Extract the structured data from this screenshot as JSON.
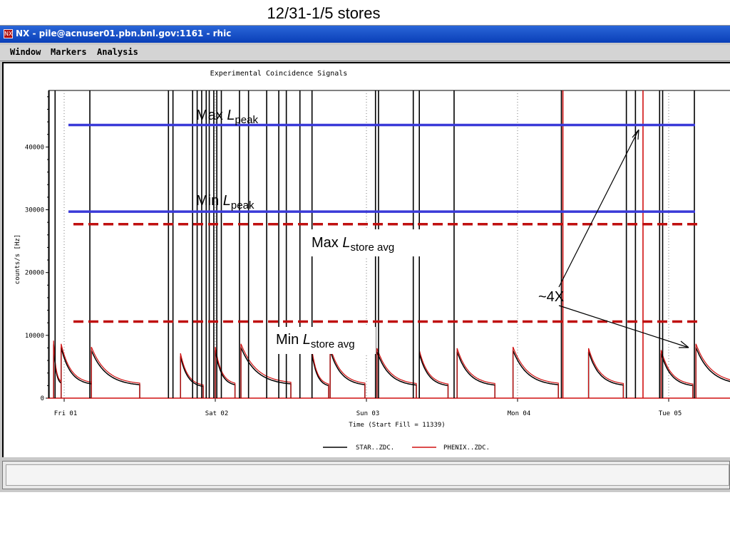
{
  "slide": {
    "title": "12/31-1/5 stores"
  },
  "window": {
    "title": "NX - pile@acnuser01.pbn.bnl.gov:1161 - rhic",
    "icon": "nx-app-icon",
    "menu": [
      "Window",
      "Markers",
      "Analysis"
    ]
  },
  "plot": {
    "title": "Experimental Coincidence Signals",
    "ylabel": "counts/s [Hz]",
    "xlabel": "Time (Start Fill = 11339)",
    "yticks": [
      "0",
      "10000",
      "20000",
      "30000",
      "40000"
    ],
    "xticks": [
      "Fri 01",
      "Sat 02",
      "Sun 03",
      "Mon 04",
      "Tue 05"
    ],
    "legend": [
      {
        "label": "STAR..ZDC.",
        "color": "#000000"
      },
      {
        "label": "PHENIX..ZDC.",
        "color": "#d01010"
      }
    ]
  },
  "annotations": {
    "max_peak": {
      "prefix": "Max ",
      "L": "L",
      "sub": "peak"
    },
    "min_peak": {
      "prefix": "Min ",
      "L": "L",
      "sub": "peak"
    },
    "max_store": {
      "prefix": "Max ",
      "L": "L",
      "sub": "store avg"
    },
    "min_store": {
      "prefix": "Min ",
      "L": "L",
      "sub": "store avg"
    },
    "ratio": "~4X"
  },
  "colors": {
    "peak_line": "#3a3ad8",
    "store_line": "#c01010",
    "star": "#000000",
    "phenix": "#d01010"
  },
  "chart_data": {
    "type": "line",
    "title": "Experimental Coincidence Signals",
    "xlabel": "Time (Start Fill = 11339)",
    "ylabel": "counts/s [Hz]",
    "ylim": [
      0,
      49000
    ],
    "xlim": [
      -0.1,
      4.45
    ],
    "x_unit": "days since Fri 01",
    "x_tick_labels": [
      "Fri 01",
      "Sat 02",
      "Sun 03",
      "Mon 04",
      "Tue 05"
    ],
    "x_tick_values": [
      0,
      1,
      2,
      3,
      4
    ],
    "grid": "vertical dotted at day boundaries",
    "legend": "bottom-center",
    "series": [
      {
        "name": "STAR..ZDC.",
        "color": "#000000",
        "stores": [
          {
            "start": -0.07,
            "end": -0.02,
            "peak": 9000
          },
          {
            "start": -0.02,
            "end": 0.18,
            "peak": 8500
          },
          {
            "start": 0.18,
            "end": 0.5,
            "peak": 8000
          },
          {
            "start": 0.77,
            "end": 0.92,
            "peak": 7000
          },
          {
            "start": 1.0,
            "end": 1.13,
            "peak": 8000
          },
          {
            "start": 1.17,
            "end": 1.5,
            "peak": 8500
          },
          {
            "start": 1.64,
            "end": 1.75,
            "peak": 7500
          },
          {
            "start": 1.76,
            "end": 1.99,
            "peak": 8000
          },
          {
            "start": 2.07,
            "end": 2.33,
            "peak": 7800
          },
          {
            "start": 2.35,
            "end": 2.54,
            "peak": 7500
          },
          {
            "start": 2.6,
            "end": 2.85,
            "peak": 7800
          },
          {
            "start": 2.97,
            "end": 3.27,
            "peak": 8000
          },
          {
            "start": 3.47,
            "end": 3.7,
            "peak": 7800
          },
          {
            "start": 3.95,
            "end": 4.16,
            "peak": 7500
          },
          {
            "start": 4.18,
            "end": 4.5,
            "peak": 8500
          }
        ]
      },
      {
        "name": "PHENIX..ZDC.",
        "color": "#d01010",
        "stores": [
          {
            "start": -0.07,
            "end": -0.02,
            "peak": 9000
          },
          {
            "start": -0.02,
            "end": 0.18,
            "peak": 8500
          },
          {
            "start": 0.18,
            "end": 0.5,
            "peak": 8000
          },
          {
            "start": 0.77,
            "end": 0.92,
            "peak": 7000
          },
          {
            "start": 1.0,
            "end": 1.13,
            "peak": 8000
          },
          {
            "start": 1.17,
            "end": 1.5,
            "peak": 8500
          },
          {
            "start": 1.64,
            "end": 1.75,
            "peak": 7500
          },
          {
            "start": 1.76,
            "end": 1.99,
            "peak": 8000
          },
          {
            "start": 2.07,
            "end": 2.33,
            "peak": 7800
          },
          {
            "start": 2.35,
            "end": 2.54,
            "peak": 7500
          },
          {
            "start": 2.6,
            "end": 2.85,
            "peak": 7800
          },
          {
            "start": 2.97,
            "end": 3.27,
            "peak": 8000
          },
          {
            "start": 3.47,
            "end": 3.7,
            "peak": 7800
          },
          {
            "start": 3.95,
            "end": 4.16,
            "peak": 7500
          },
          {
            "start": 4.18,
            "end": 4.5,
            "peak": 8500
          }
        ]
      }
    ],
    "spikes_star": [
      -0.1,
      -0.06,
      0.17,
      0.69,
      0.72,
      0.85,
      0.88,
      0.91,
      0.94,
      0.96,
      0.99,
      1.01,
      1.04,
      1.16,
      1.22,
      1.34,
      1.42,
      1.47,
      1.56,
      1.64,
      2.06,
      2.08,
      2.31,
      2.35,
      2.58,
      3.29,
      3.72,
      3.78,
      3.94,
      3.96,
      4.17
    ],
    "spikes_phenix": [
      3.3,
      3.83
    ],
    "reference_lines": [
      {
        "name": "Max L peak",
        "y": 43500,
        "style": "solid",
        "color": "#3a3ad8"
      },
      {
        "name": "Min L peak",
        "y": 29700,
        "style": "solid",
        "color": "#3a3ad8"
      },
      {
        "name": "Max L store avg",
        "y": 27700,
        "style": "dashed",
        "color": "#c01010"
      },
      {
        "name": "Min L store avg",
        "y": 12200,
        "style": "dashed",
        "color": "#c01010"
      }
    ]
  }
}
